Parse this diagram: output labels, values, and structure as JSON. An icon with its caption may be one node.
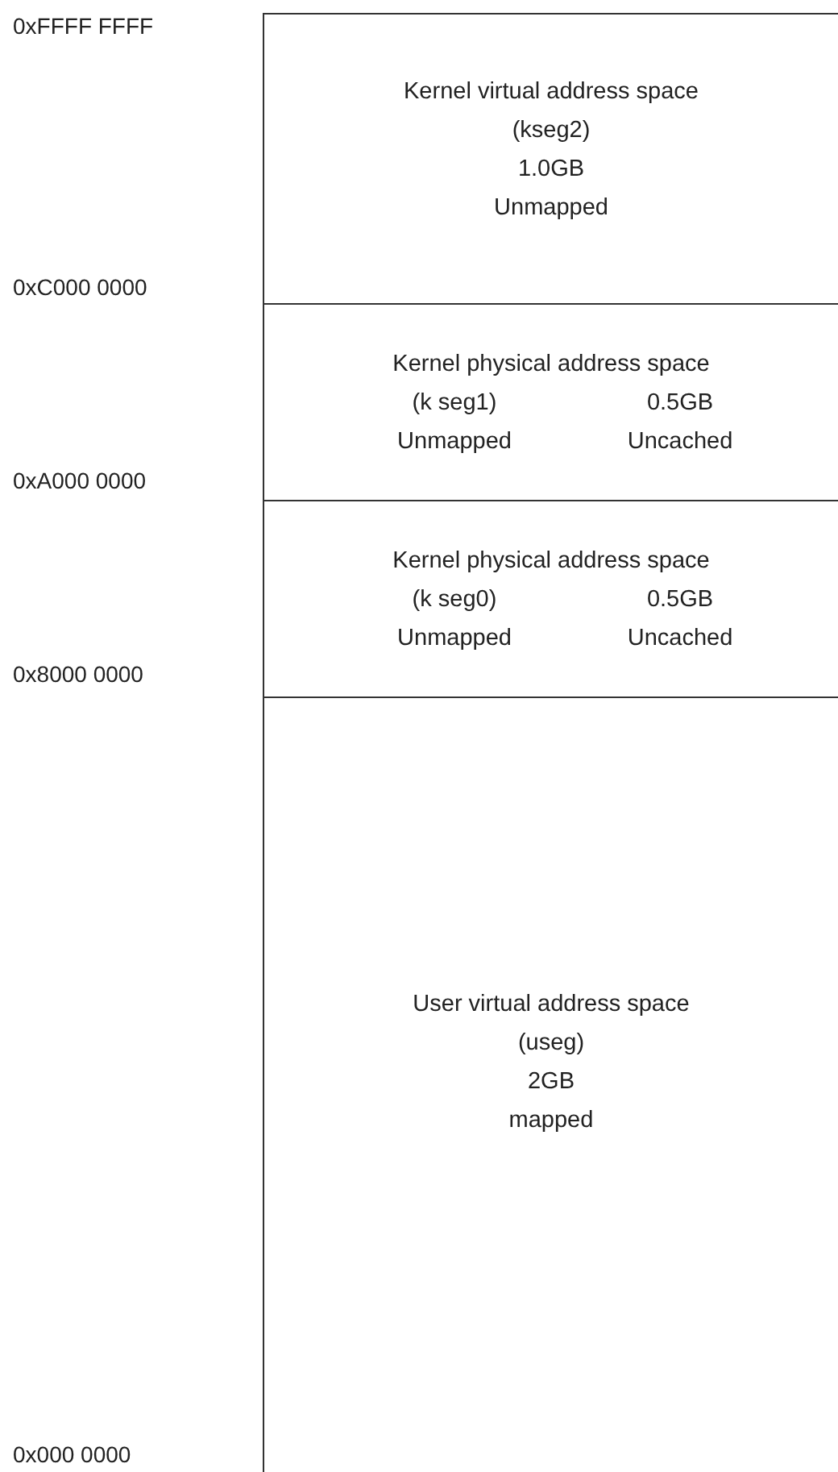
{
  "diagram": {
    "nodes": [
      {
        "text": [
          "Kernel virtual address space",
          "(kseg2)",
          "1.0GB",
          "Unmapped"
        ]
      },
      {
        "text": [
          "Kernel physical address space",
          "(k seg1)",
          "0.5GB",
          "Unmapped",
          "Uncached"
        ]
      },
      {
        "text": [
          "Kernel physical address space",
          "(k seg0)",
          "0.5GB",
          "Unmapped",
          "Uncached"
        ]
      },
      {
        "text": [
          "User virtual address space",
          "(useg)",
          "2GB",
          "mapped"
        ]
      }
    ],
    "labels": [
      "0xFFFF FFFF",
      "0xC000 0000",
      "0xA000 0000",
      "0x8000 0000",
      "0x000 0000"
    ]
  }
}
